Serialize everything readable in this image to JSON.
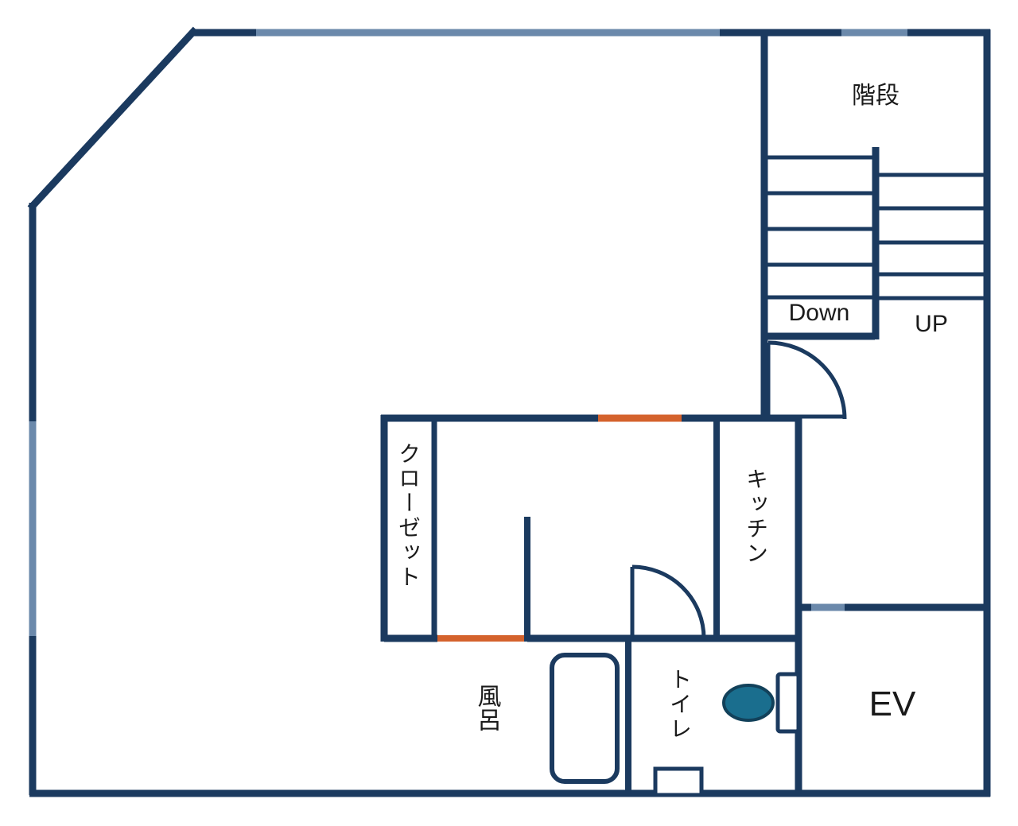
{
  "plan": {
    "type": "architectural-floor-plan",
    "colors": {
      "wall_dark": "#1b3a5f",
      "wall_light": "#6b89ab",
      "door_accent": "#d4622c",
      "fixture_stroke": "#1b3a5f",
      "fixture_fill_toilet": "#1a6e8e",
      "background": "#ffffff",
      "text": "#1a1a1a"
    },
    "rooms": [
      {
        "id": "stair",
        "label": "階段",
        "orientation": "horizontal"
      },
      {
        "id": "closet",
        "label": "クローゼット",
        "orientation": "vertical"
      },
      {
        "id": "kitchen",
        "label": "キッチン",
        "orientation": "vertical"
      },
      {
        "id": "bath",
        "label": "風呂",
        "orientation": "vertical"
      },
      {
        "id": "toilet",
        "label": "トイレ",
        "orientation": "vertical"
      },
      {
        "id": "elevator",
        "label": "EV",
        "orientation": "horizontal"
      }
    ],
    "stair_directions": [
      {
        "id": "down",
        "label": "Down"
      },
      {
        "id": "up",
        "label": "UP"
      }
    ]
  }
}
